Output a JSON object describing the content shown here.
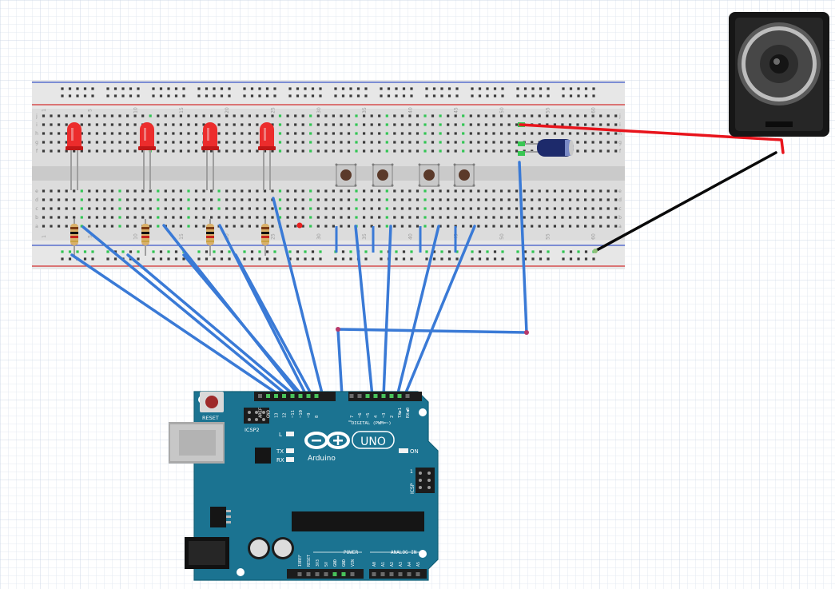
{
  "breadboard": {
    "row_letters_top": [
      "j",
      "i",
      "h",
      "g",
      "f"
    ],
    "row_letters_bottom": [
      "e",
      "d",
      "c",
      "b",
      "a"
    ],
    "column_numbers": [
      "1",
      "5",
      "10",
      "15",
      "20",
      "25",
      "30",
      "35",
      "40",
      "45",
      "50",
      "55",
      "60"
    ]
  },
  "arduino": {
    "reset_label": "RESET",
    "icsp2_label": "ICSP2",
    "icsp_label": "ICSP",
    "icsp_pin1": "1",
    "led_l": "L",
    "led_tx": "TX",
    "led_rx": "RX",
    "on_label": "ON",
    "brand": "Arduino",
    "model": "UNO",
    "digital_label": "DIGITAL (PWM=~)",
    "power_label": "POWER",
    "analog_label": "ANALOG IN",
    "digital_pins": [
      "AREF",
      "GND",
      "13",
      "12",
      "~11",
      "~10",
      "~9",
      "8",
      "7",
      "~6",
      "~5",
      "4",
      "~3",
      "2",
      "TX▶1",
      "RX◀0"
    ],
    "power_pins": [
      "IOREF",
      "RESET",
      "3V3",
      "5V",
      "GND",
      "GND",
      "VIN"
    ],
    "analog_pins": [
      "A0",
      "A1",
      "A2",
      "A3",
      "A4",
      "A5"
    ]
  },
  "colors": {
    "wire_blue": "#3a7ad6",
    "wire_red": "#e8141c",
    "wire_black": "#0a0a0a",
    "board_teal": "#1b7391",
    "led_red": "#ec2c2c",
    "grid": "#dce4ef"
  },
  "icons": [
    "resistor-icon",
    "led-icon",
    "pushbutton-icon",
    "capacitor-icon",
    "speaker-icon",
    "usb-port-icon",
    "barrel-jack-icon"
  ]
}
